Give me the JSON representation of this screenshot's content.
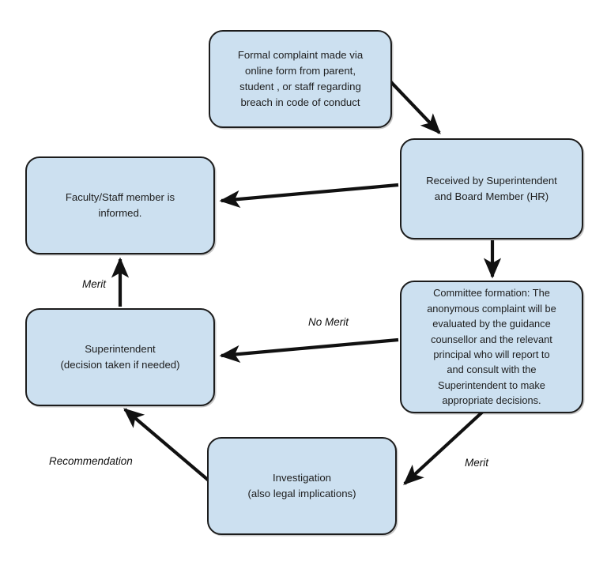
{
  "diagram": {
    "title": "Formal complaint handling flowchart",
    "type": "flowchart",
    "colors": {
      "node_fill": "#cce0f0",
      "node_border": "#1c1c1c",
      "edge": "#111111",
      "background": "#ffffff",
      "text": "#1d1d1d"
    },
    "nodes": [
      {
        "id": "complaint",
        "label": "Formal complaint made via\nonline form from parent,\nstudent , or staff regarding\nbreach in code of conduct"
      },
      {
        "id": "received",
        "label": "Received by Superintendent\nand Board Member (HR)"
      },
      {
        "id": "committee",
        "label": "Committee formation: The\nanonymous complaint will be\nevaluated by the guidance\ncounsellor and the relevant\nprincipal who will report to\nand consult with the\nSuperintendent to make\nappropriate decisions."
      },
      {
        "id": "faculty",
        "label": "Faculty/Staff member is\ninformed."
      },
      {
        "id": "superintendent",
        "label": "Superintendent\n(decision taken if needed)"
      },
      {
        "id": "investigation",
        "label": "Investigation\n(also legal implications)"
      }
    ],
    "edges": [
      {
        "id": "e1",
        "from": "complaint",
        "to": "received",
        "label": ""
      },
      {
        "id": "e2",
        "from": "received",
        "to": "faculty",
        "label": ""
      },
      {
        "id": "e3",
        "from": "received",
        "to": "committee",
        "label": ""
      },
      {
        "id": "e4",
        "from": "committee",
        "to": "superintendent",
        "label": "No Merit"
      },
      {
        "id": "e5",
        "from": "committee",
        "to": "investigation",
        "label": "Merit"
      },
      {
        "id": "e6",
        "from": "investigation",
        "to": "superintendent",
        "label": "Recommendation"
      },
      {
        "id": "e7",
        "from": "superintendent",
        "to": "faculty",
        "label": "Merit"
      }
    ],
    "edge_labels": {
      "merit_up": "Merit",
      "no_merit": "No Merit",
      "recommendation": "Recommendation",
      "merit_down": "Merit"
    }
  }
}
